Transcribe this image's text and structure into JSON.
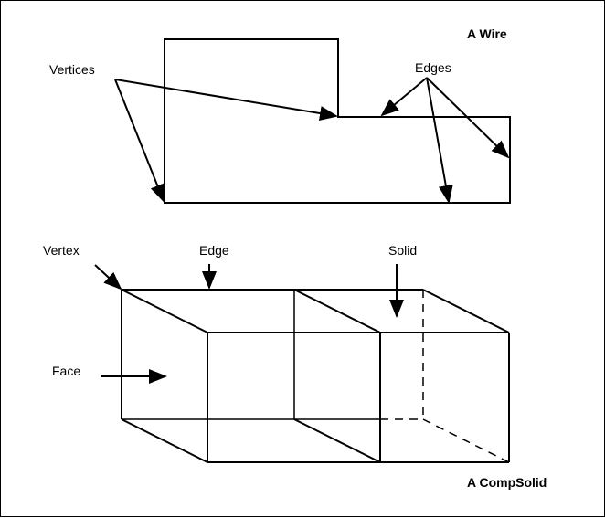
{
  "wire": {
    "title": "A Wire",
    "labels": {
      "vertices": "Vertices",
      "edges": "Edges"
    }
  },
  "compsolid": {
    "title": "A CompSolid",
    "labels": {
      "vertex": "Vertex",
      "edge": "Edge",
      "solid": "Solid",
      "face": "Face"
    }
  }
}
